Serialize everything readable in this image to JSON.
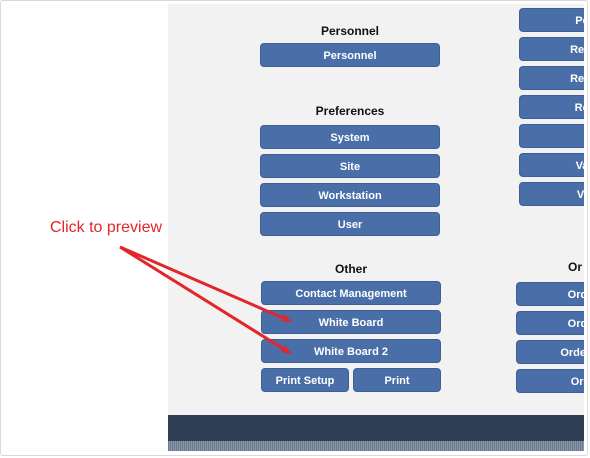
{
  "sections": {
    "personnel": {
      "heading": "Personnel",
      "buttons": [
        "Personnel"
      ]
    },
    "preferences": {
      "heading": "Preferences",
      "buttons": [
        "System",
        "Site",
        "Workstation",
        "User"
      ]
    },
    "other": {
      "heading": "Other",
      "buttons": [
        "Contact Management",
        "White Board",
        "White Board 2"
      ],
      "print_setup": "Print Setup",
      "print": "Print"
    },
    "right_column_partial": {
      "buttons": [
        "Pe",
        "Rem",
        "Rem",
        "Ro",
        "",
        "Va",
        "Vi"
      ],
      "heading": "Or",
      "order_buttons": [
        "Orde",
        "Orde",
        "Order V",
        "Ord"
      ]
    }
  },
  "annotation": {
    "text": "Click to preview",
    "color": "#e3262a"
  },
  "colors": {
    "button": "#4a6fa8",
    "panel": "#f2f2f2",
    "footer": "#2d3e55"
  }
}
